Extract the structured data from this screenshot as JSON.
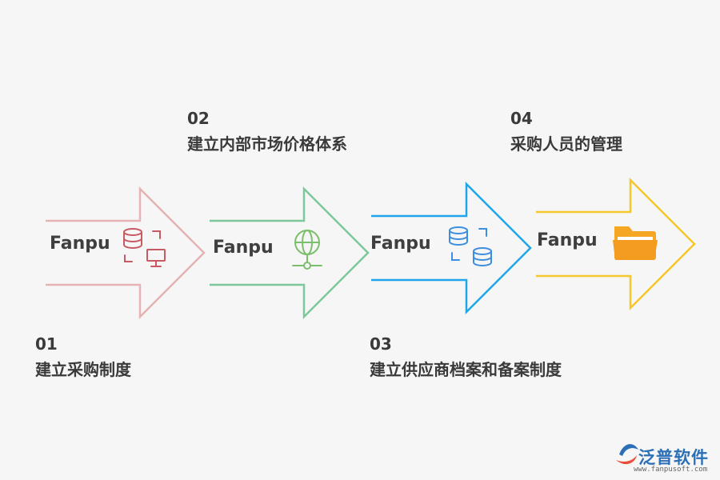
{
  "steps": [
    {
      "num": "01",
      "title": "建立采购制度",
      "brand": "Fanpu",
      "icon": "database-monitor-icon",
      "color": "#e5b3b6",
      "icon_color": "#c85a64"
    },
    {
      "num": "02",
      "title": "建立内部市场价格体系",
      "brand": "Fanpu",
      "icon": "globe-network-icon",
      "color": "#7dc79a",
      "icon_color": "#7bbf6a"
    },
    {
      "num": "03",
      "title": "建立供应商档案和备案制度",
      "brand": "Fanpu",
      "icon": "databases-icon",
      "color": "#1ea6e8",
      "icon_color": "#3c8ee0"
    },
    {
      "num": "04",
      "title": "采购人员的管理",
      "brand": "Fanpu",
      "icon": "folder-icon",
      "color": "#f6c62a",
      "icon_color": "#f2a324"
    }
  ],
  "logo": {
    "name": "泛普软件",
    "url": "www.fanpusoft.com"
  }
}
